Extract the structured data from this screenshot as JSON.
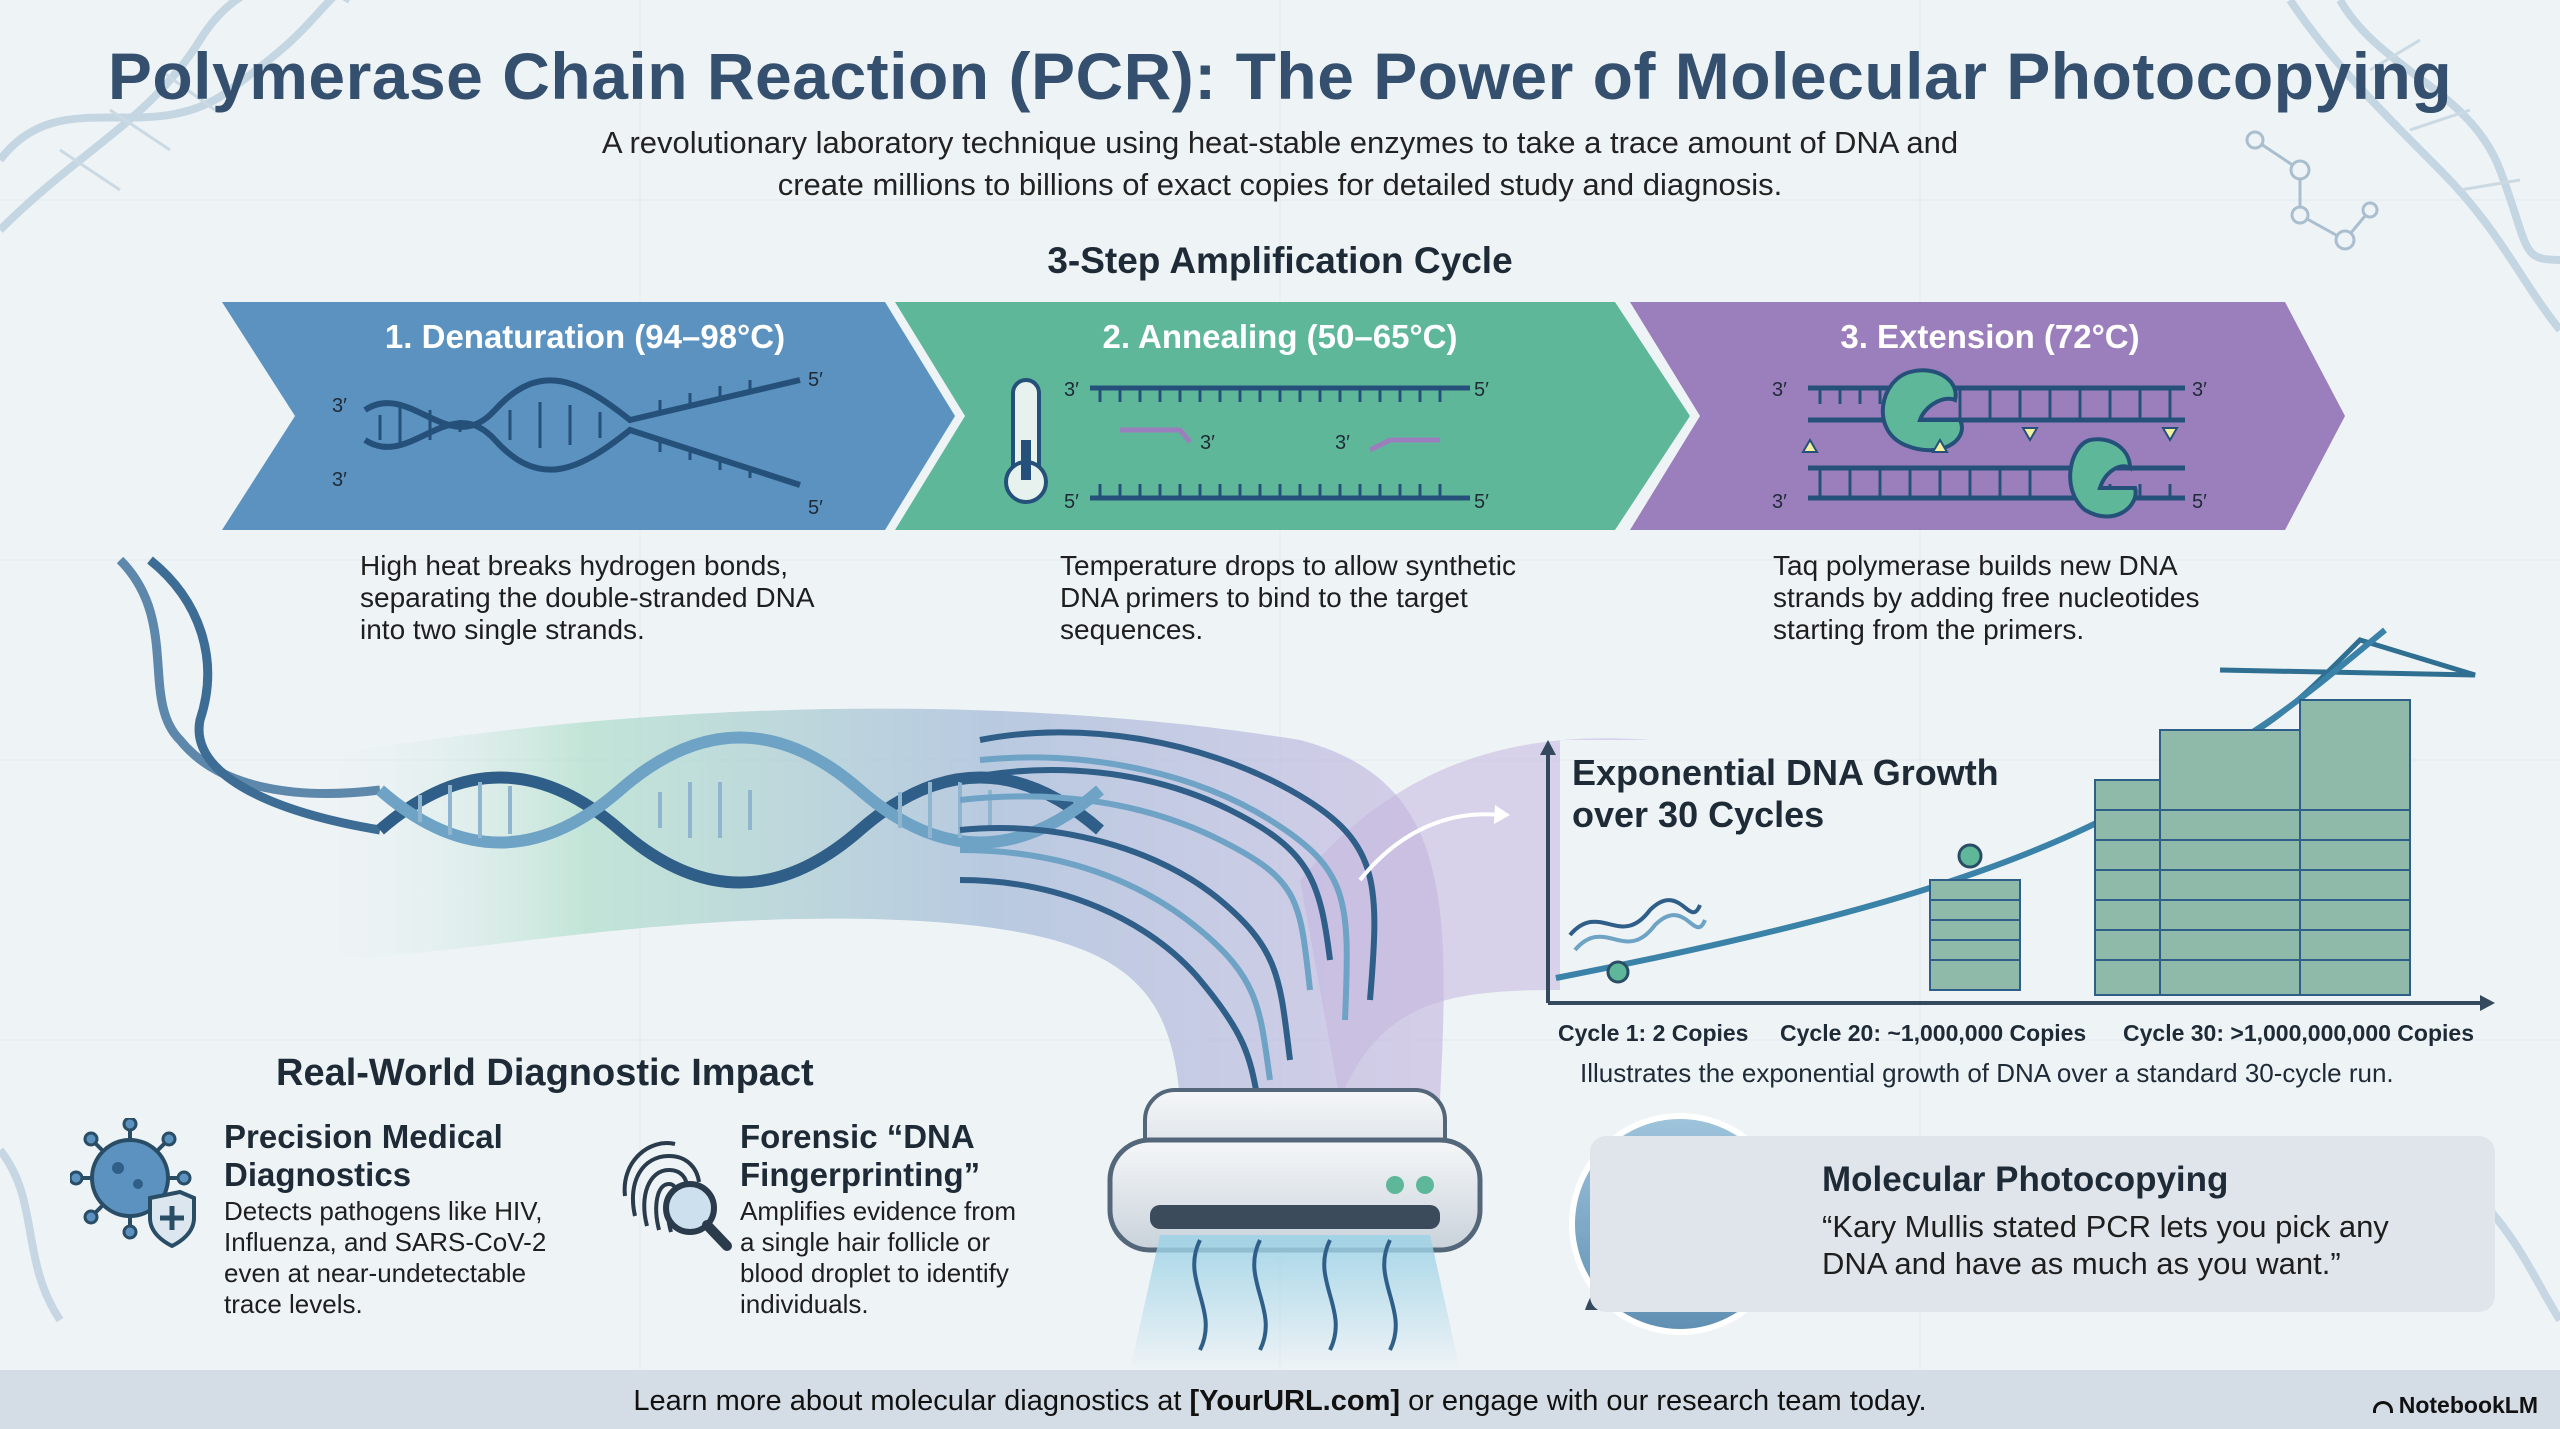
{
  "header": {
    "title": "Polymerase Chain Reaction (PCR): The Power of Molecular Photocopying",
    "subtitle_line1": "A revolutionary laboratory technique using heat-stable enzymes to take a trace amount of DNA and",
    "subtitle_line2": "create millions to billions of exact copies for detailed study and diagnosis."
  },
  "cycle": {
    "title": "3-Step Amplification Cycle",
    "steps": [
      {
        "title": "1. Denaturation (94–98°C)",
        "desc_lines": [
          "High heat breaks hydrogen bonds,",
          "separating the double-stranded DNA",
          "into two single strands."
        ],
        "labels": [
          "3′",
          "3′",
          "5′",
          "5′"
        ]
      },
      {
        "title": "2. Annealing (50–65°C)",
        "desc_lines": [
          "Temperature drops to allow synthetic",
          "DNA primers to bind to the target",
          "sequences."
        ],
        "labels": [
          "3′",
          "5′",
          "3′",
          "3′",
          "5′",
          "5′"
        ]
      },
      {
        "title": "3. Extension (72°C)",
        "desc_lines": [
          "Taq polymerase builds new DNA",
          "strands by adding free nucleotides",
          "starting from the primers."
        ],
        "labels": [
          "3′",
          "3′",
          "3′",
          "5′"
        ]
      }
    ],
    "colors": {
      "step1": "#5b92c0",
      "step2": "#5fb79a",
      "step3": "#9b7fbd"
    }
  },
  "growth": {
    "title_line1": "Exponential DNA Growth",
    "title_line2": "over 30 Cycles",
    "labels": [
      "Cycle 1: 2 Copies",
      "Cycle 20: ~1,000,000 Copies",
      "Cycle 30: >1,000,000,000 Copies"
    ],
    "caption": "Illustrates the exponential growth of DNA over a standard 30-cycle run."
  },
  "impact": {
    "title": "Real-World Diagnostic Impact",
    "items": [
      {
        "head_lines": [
          "Precision Medical",
          "Diagnostics"
        ],
        "desc_lines": [
          "Detects pathogens like HIV,",
          "Influenza, and SARS-CoV-2",
          "even at near-undetectable",
          "trace levels."
        ],
        "icon": "virus-shield-icon"
      },
      {
        "head_lines": [
          "Forensic “DNA",
          "Fingerprinting”"
        ],
        "desc_lines": [
          "Amplifies evidence from",
          "a single hair follicle or",
          "blood droplet to identify",
          "individuals."
        ],
        "icon": "fingerprint-magnifier-icon"
      }
    ]
  },
  "quote": {
    "head": "Molecular Photocopying",
    "line1": "“Kary Mullis stated PCR lets you pick any",
    "line2": "DNA and have as much as you want.”"
  },
  "footer": {
    "text_before": "Learn more about molecular diagnostics at ",
    "link": "[YourURL.com]",
    "text_after": " or engage with our research team today.",
    "brand": "NotebookLM"
  }
}
